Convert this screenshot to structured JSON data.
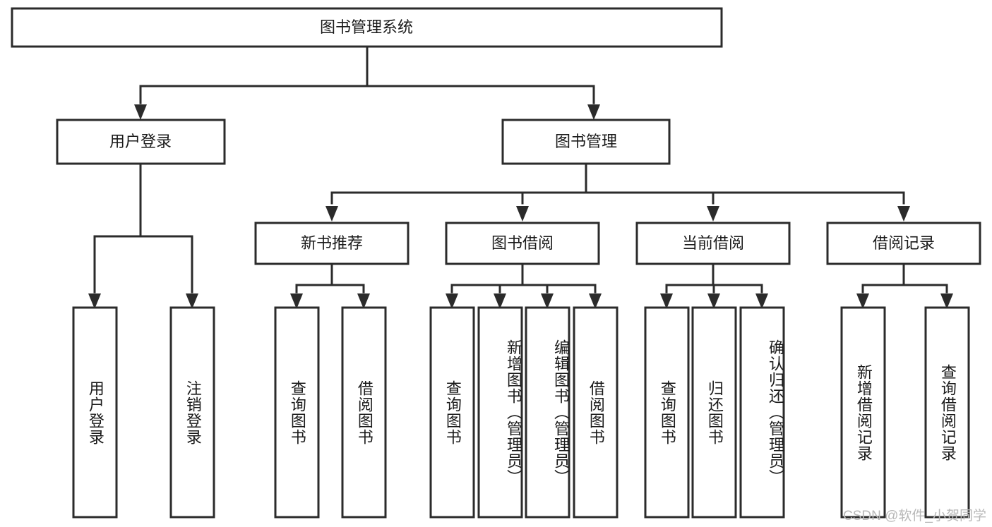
{
  "diagram": {
    "title": "图书管理系统",
    "type": "hierarchy-tree",
    "watermark": "CSDN @软件_小贺同学",
    "colors": {
      "box_stroke": "#2b2b2b",
      "box_fill": "#ffffff",
      "connector": "#2b2b2b",
      "text": "#1a1a1a",
      "watermark": "#b8b8b8",
      "background": "#ffffff"
    },
    "root": {
      "id": "root",
      "label": "图书管理系统"
    },
    "level2": [
      {
        "id": "user-login",
        "label": "用户登录"
      },
      {
        "id": "book-manage",
        "label": "图书管理"
      }
    ],
    "level3": [
      {
        "id": "new-book-recommend",
        "label": "新书推荐",
        "parent": "book-manage"
      },
      {
        "id": "book-borrow",
        "label": "图书借阅",
        "parent": "book-manage"
      },
      {
        "id": "current-borrow",
        "label": "当前借阅",
        "parent": "book-manage"
      },
      {
        "id": "borrow-record",
        "label": "借阅记录",
        "parent": "book-manage"
      }
    ],
    "leaves": {
      "user_login": [
        {
          "id": "leaf-user-login",
          "label": "用户登录"
        },
        {
          "id": "leaf-logout-login",
          "label": "注销登录"
        }
      ],
      "new_book_recommend": [
        {
          "id": "leaf-query-book-1",
          "label": "查询图书"
        },
        {
          "id": "leaf-borrow-book-1",
          "label": "借阅图书"
        }
      ],
      "book_borrow": [
        {
          "id": "leaf-query-book-2",
          "label": "查询图书"
        },
        {
          "id": "leaf-add-book",
          "label": "新增图书（管理员）"
        },
        {
          "id": "leaf-edit-book",
          "label": "编辑图书（管理员）"
        },
        {
          "id": "leaf-borrow-book-2",
          "label": "借阅图书"
        }
      ],
      "current_borrow": [
        {
          "id": "leaf-query-book-3",
          "label": "查询图书"
        },
        {
          "id": "leaf-return-book",
          "label": "归还图书"
        },
        {
          "id": "leaf-confirm-return",
          "label": "确认归还（管理员）"
        }
      ],
      "borrow_record": [
        {
          "id": "leaf-add-record",
          "label": "新增借阅记录"
        },
        {
          "id": "leaf-query-record",
          "label": "查询借阅记录"
        }
      ]
    }
  }
}
